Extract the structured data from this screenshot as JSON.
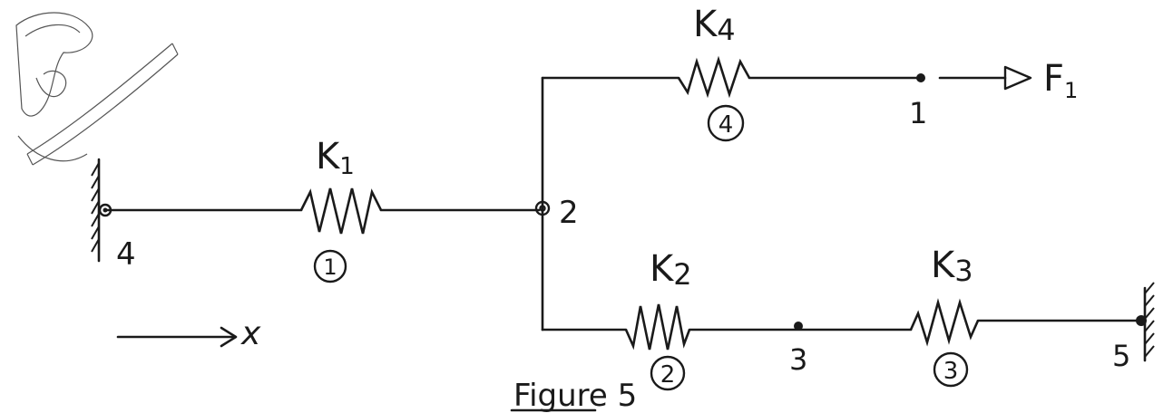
{
  "figure": {
    "caption": "Figure 5",
    "axis": {
      "label": "x"
    },
    "force": {
      "label": "F",
      "subscript": "1"
    },
    "springs": [
      {
        "id": "k1",
        "label": "K",
        "subscript": "1",
        "element": "1"
      },
      {
        "id": "k2",
        "label": "K",
        "subscript": "2",
        "element": "2"
      },
      {
        "id": "k3",
        "label": "K",
        "subscript": "3",
        "element": "3"
      },
      {
        "id": "k4",
        "label": "K",
        "subscript": "4",
        "element": "4"
      }
    ],
    "nodes": [
      {
        "id": "n1",
        "label": "1"
      },
      {
        "id": "n2",
        "label": "2"
      },
      {
        "id": "n3",
        "label": "3"
      },
      {
        "id": "n4",
        "label": "4"
      },
      {
        "id": "n5",
        "label": "5"
      }
    ]
  }
}
